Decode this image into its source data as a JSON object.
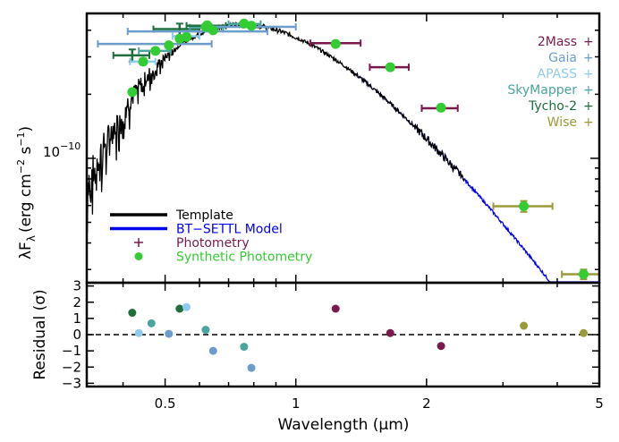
{
  "chart_data": [
    {
      "type": "scatter",
      "panel": "sed",
      "ylabel_main": "λF",
      "ylabel_sub": "λ",
      "ylabel_unit": "(erg cm",
      "ylabel_exp1": "−2",
      "ylabel_mid": " s",
      "ylabel_exp2": "−1",
      "ylabel_end": ")",
      "xlabel": "",
      "x_scale": "log",
      "y_scale": "log",
      "xlim": [
        0.33,
        5.0
      ],
      "ylim": [
        2.6e-11,
        4.8e-10
      ],
      "x_ticks": [
        0.5,
        1,
        2,
        5
      ],
      "x_tick_labels": [
        "0.5",
        "1",
        "2",
        "5"
      ],
      "y_ticks": [
        1e-10
      ],
      "y_tick_base": "10",
      "y_tick_exp": "−10",
      "legend_top_right": [
        {
          "label": "2Mass",
          "color": "#7a1a4c"
        },
        {
          "label": "Gaia",
          "color": "#6c9ccc"
        },
        {
          "label": "APASS",
          "color": "#8ecbef"
        },
        {
          "label": "SkyMapper",
          "color": "#4aa59e"
        },
        {
          "label": "Tycho-2",
          "color": "#1f6e3e"
        },
        {
          "label": "Wise",
          "color": "#9a9a3a"
        }
      ],
      "legend_top_right_symbol": "+",
      "legend_bottom_left": [
        {
          "label": "Template",
          "color": "#000000",
          "kind": "line"
        },
        {
          "label": "BT−SETTL Model",
          "color": "#0000ee",
          "kind": "line"
        },
        {
          "label": "Photometry",
          "color": "#7a1a4c",
          "kind": "plus"
        },
        {
          "label": "Synthetic Photometry",
          "color": "#33cc33",
          "kind": "dot"
        }
      ],
      "colors": {
        "template": "#000000",
        "model": "#0000ee",
        "synthetic": "#33cc33"
      },
      "photometry": [
        {
          "survey": "Tycho-2",
          "x": 0.42,
          "xerr": [
            0.38,
            0.46
          ],
          "y": 3.05e-10,
          "yerr": [
            2.85e-10,
            3.25e-10
          ],
          "syn": 2.05e-10
        },
        {
          "survey": "APASS",
          "x": 0.445,
          "xerr": [
            0.415,
            0.475
          ],
          "y": 2.85e-10,
          "yerr": [
            2.75e-10,
            2.95e-10
          ],
          "syn": 2.85e-10
        },
        {
          "survey": "Gaia",
          "x": 0.51,
          "xerr": [
            0.35,
            0.64
          ],
          "y": 3.45e-10,
          "yerr": [
            3.4e-10,
            3.5e-10
          ],
          "syn": 3.4e-10
        },
        {
          "survey": "SkyMapper",
          "x": 0.475,
          "xerr": [
            0.435,
            0.515
          ],
          "y": 3.2e-10,
          "yerr": [
            3.1e-10,
            3.3e-10
          ],
          "syn": 3.2e-10
        },
        {
          "survey": "Tycho-2",
          "x": 0.54,
          "xerr": [
            0.47,
            0.6
          ],
          "y": 4.05e-10,
          "yerr": [
            3.75e-10,
            4.3e-10
          ],
          "syn": 3.65e-10
        },
        {
          "survey": "APASS",
          "x": 0.56,
          "xerr": [
            0.52,
            0.6
          ],
          "y": 3.75e-10,
          "yerr": [
            3.65e-10,
            3.85e-10
          ],
          "syn": 3.72e-10
        },
        {
          "survey": "Gaia",
          "x": 0.645,
          "xerr": [
            0.41,
            0.86
          ],
          "y": 3.95e-10,
          "yerr": [
            3.9e-10,
            4e-10
          ],
          "syn": 4e-10
        },
        {
          "survey": "SkyMapper",
          "x": 0.62,
          "xerr": [
            0.57,
            0.68
          ],
          "y": 4.12e-10,
          "yerr": [
            4.05e-10,
            4.2e-10
          ],
          "syn": 4.15e-10
        },
        {
          "survey": "Tycho-2",
          "x": 0.625,
          "xerr": [
            0.56,
            0.69
          ],
          "y": 4.2e-10,
          "yerr": [
            4.1e-10,
            4.3e-10
          ],
          "syn": 4.22e-10
        },
        {
          "survey": "SkyMapper",
          "x": 0.76,
          "xerr": [
            0.7,
            0.83
          ],
          "y": 4.28e-10,
          "yerr": [
            4.2e-10,
            4.35e-10
          ],
          "syn": 4.3e-10
        },
        {
          "survey": "Gaia",
          "x": 0.79,
          "xerr": [
            0.64,
            1.0
          ],
          "y": 4.15e-10,
          "yerr": [
            4.1e-10,
            4.2e-10
          ],
          "syn": 4.2e-10
        },
        {
          "survey": "2Mass",
          "x": 1.235,
          "xerr": [
            1.08,
            1.41
          ],
          "y": 3.48e-10,
          "yerr": [
            3.4e-10,
            3.55e-10
          ],
          "syn": 3.45e-10
        },
        {
          "survey": "2Mass",
          "x": 1.65,
          "xerr": [
            1.48,
            1.82
          ],
          "y": 2.68e-10,
          "yerr": [
            2.6e-10,
            2.75e-10
          ],
          "syn": 2.68e-10
        },
        {
          "survey": "2Mass",
          "x": 2.16,
          "xerr": [
            1.95,
            2.36
          ],
          "y": 1.72e-10,
          "yerr": [
            1.68e-10,
            1.76e-10
          ],
          "syn": 1.73e-10
        },
        {
          "survey": "Wise",
          "x": 3.35,
          "xerr": [
            2.85,
            3.9
          ],
          "y": 5.95e-11,
          "yerr": [
            5.6e-11,
            6.3e-11
          ],
          "syn": 5.95e-11
        },
        {
          "survey": "Wise",
          "x": 4.6,
          "xerr": [
            4.1,
            5.0
          ],
          "y": 2.85e-11,
          "yerr": [
            2.7e-11,
            3e-11
          ],
          "syn": 2.85e-11
        }
      ]
    },
    {
      "type": "scatter",
      "panel": "residual",
      "title": "",
      "xlabel": "Wavelength (",
      "xlabel_mu": "μ",
      "xlabel_end": "m)",
      "ylabel": "Residual (σ)",
      "x_scale": "log",
      "xlim": [
        0.33,
        5.0
      ],
      "ylim": [
        -3.2,
        3.2
      ],
      "y_ticks": [
        3,
        2,
        1,
        0,
        -1,
        -2,
        -3
      ],
      "y_tick_labels": [
        "3",
        "2",
        "1",
        "0",
        "−1",
        "−2",
        "−3"
      ],
      "x_ticks": [
        0.5,
        1,
        2,
        5
      ],
      "x_tick_labels": [
        "0.5",
        "1",
        "2",
        "5"
      ],
      "zero_line": "dashed",
      "points": [
        {
          "survey": "Tycho-2",
          "x": 0.42,
          "y": 1.35
        },
        {
          "survey": "APASS",
          "x": 0.435,
          "y": 0.1
        },
        {
          "survey": "SkyMapper",
          "x": 0.465,
          "y": 0.7
        },
        {
          "survey": "Gaia",
          "x": 0.51,
          "y": 0.05
        },
        {
          "survey": "Tycho-2",
          "x": 0.54,
          "y": 1.6
        },
        {
          "survey": "APASS",
          "x": 0.56,
          "y": 1.7
        },
        {
          "survey": "SkyMapper",
          "x": 0.62,
          "y": 0.3
        },
        {
          "survey": "Gaia",
          "x": 0.645,
          "y": -1.0
        },
        {
          "survey": "SkyMapper",
          "x": 0.76,
          "y": -0.75
        },
        {
          "survey": "Gaia",
          "x": 0.79,
          "y": -2.05
        },
        {
          "survey": "2Mass",
          "x": 1.235,
          "y": 1.6
        },
        {
          "survey": "2Mass",
          "x": 1.65,
          "y": 0.1
        },
        {
          "survey": "2Mass",
          "x": 2.16,
          "y": -0.7
        },
        {
          "survey": "Wise",
          "x": 3.35,
          "y": 0.55
        },
        {
          "survey": "Wise",
          "x": 4.6,
          "y": 0.1
        }
      ]
    }
  ]
}
